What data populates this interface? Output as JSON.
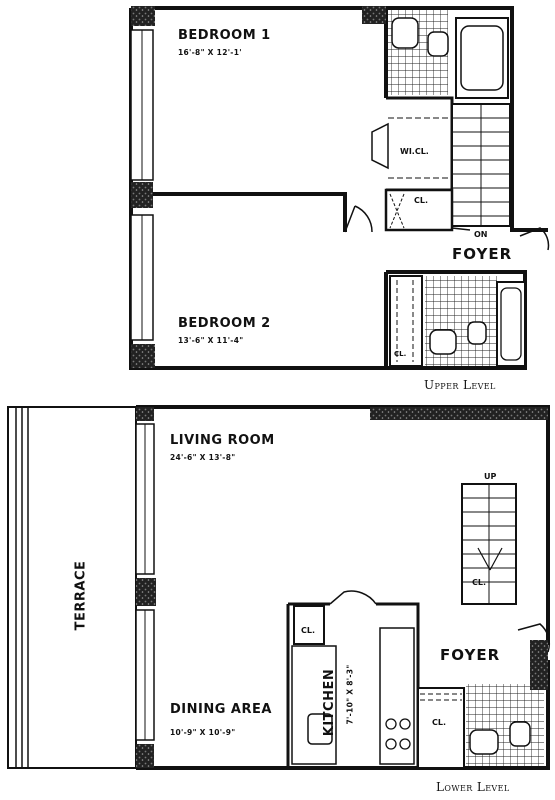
{
  "upper": {
    "bedroom1": {
      "name": "BEDROOM 1",
      "dim": "16'-8\" X 12'-1'"
    },
    "bedroom2": {
      "name": "BEDROOM 2",
      "dim": "13'-6\" X 11'-4\""
    },
    "wicl": "WI.CL.",
    "cl": "CL.",
    "cl_bath": "CL.",
    "on": "ON",
    "foyer": "FOYER",
    "level": "Upper Level"
  },
  "lower": {
    "living": {
      "name": "LIVING ROOM",
      "dim": "24'-6\" X 13'-8\""
    },
    "dining": {
      "name": "DINING AREA",
      "dim": "10'-9\" X 10'-9\""
    },
    "kitchen": {
      "name": "KITCHEN",
      "dim": "7'-10\" X 8'-3\""
    },
    "terrace": "TERRACE",
    "up": "UP",
    "cl_stair": "CL.",
    "cl_kitchen": "CL.",
    "cl_foyer": "CL.",
    "foyer": "FOYER",
    "level": "Lower Level"
  }
}
